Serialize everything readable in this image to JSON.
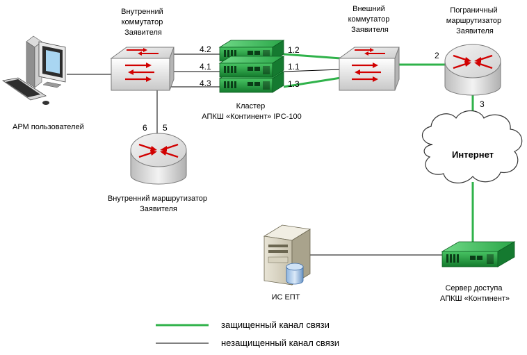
{
  "colors": {
    "secure": "#2fb24a",
    "insecure": "#000000",
    "device_green": "#1e9a3c"
  },
  "nodes": {
    "arm": {
      "label": "АРМ пользователей",
      "icon": "workstation-icon"
    },
    "internal_switch": {
      "label": [
        "Внутренний",
        "коммутатор",
        "Заявителя"
      ],
      "icon": "switch-icon"
    },
    "cluster": {
      "label": [
        "Кластер",
        "АПКШ «Континент» IPC-100"
      ],
      "icon": "crypto-gateway-icon"
    },
    "external_switch": {
      "label": [
        "Внешний",
        "коммутатор",
        "Заявителя"
      ],
      "icon": "switch-icon"
    },
    "border_router": {
      "label": [
        "Пограничный",
        "маршрутизатор",
        "Заявителя"
      ],
      "icon": "router-icon"
    },
    "internal_router": {
      "label": [
        "Внутренний маршрутизатор",
        "Заявителя"
      ],
      "icon": "router-icon"
    },
    "internet": {
      "label": "Интернет",
      "icon": "cloud-icon"
    },
    "is_ept": {
      "label": "ИС ЕПТ",
      "icon": "server-icon"
    },
    "access_server": {
      "label": [
        "Сервер доступа",
        "АПКШ «Континент»"
      ],
      "icon": "crypto-gateway-icon"
    }
  },
  "ports": {
    "p42": "4.2",
    "p41": "4.1",
    "p43": "4.3",
    "p12": "1.2",
    "p11": "1.1",
    "p13": "1.3",
    "p2": "2",
    "p3": "3",
    "p6": "6",
    "p5": "5"
  },
  "legend": {
    "secure": "защищенный канал связи",
    "insecure": "незащищенный канал связи"
  }
}
